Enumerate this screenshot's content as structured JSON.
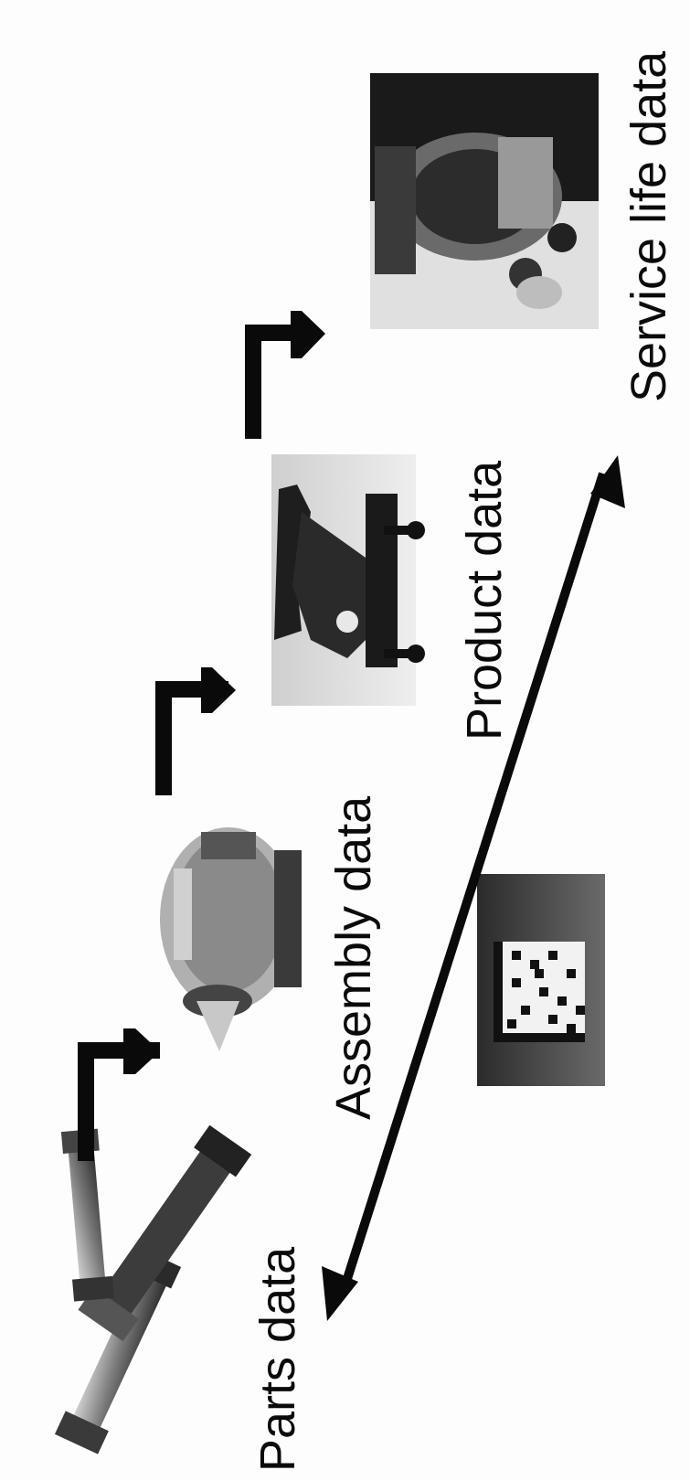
{
  "stages": [
    {
      "label": "Parts data"
    },
    {
      "label": "Assembly data"
    },
    {
      "label": "Product data"
    },
    {
      "label": "Service life data"
    }
  ],
  "colors": {
    "ink": "#0a0a0a",
    "background": "#fdfdfd"
  },
  "icons": [
    "parts-image",
    "engine-image",
    "aircraft-image",
    "engine-service-image",
    "datamatrix-code-image"
  ]
}
